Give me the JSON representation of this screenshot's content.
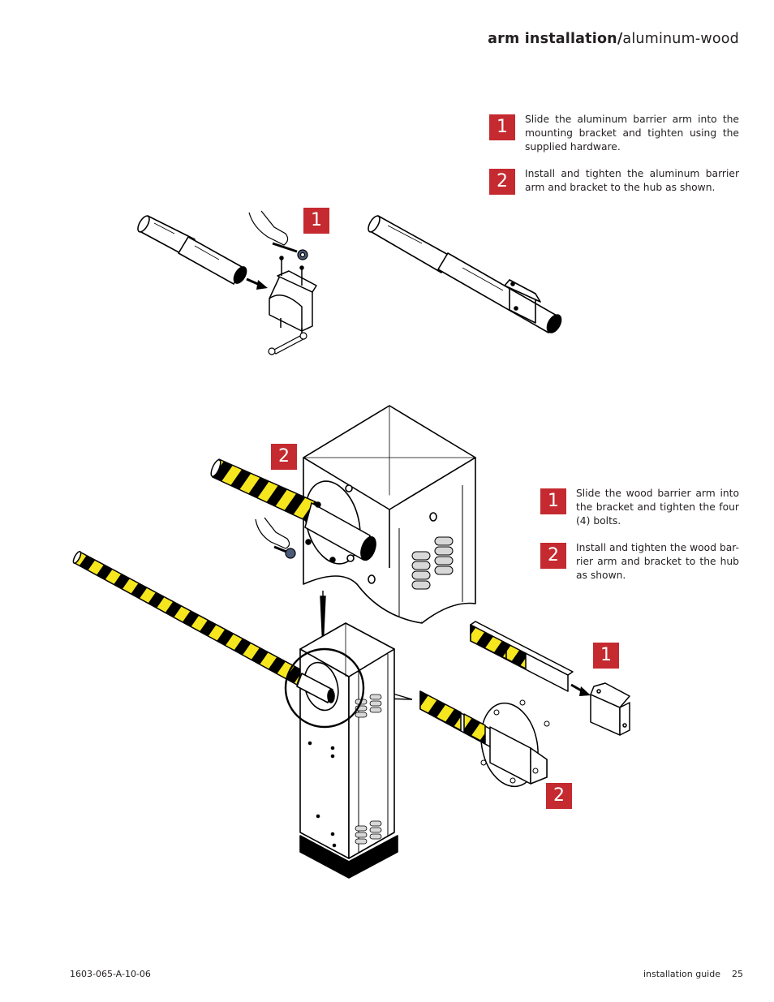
{
  "header": {
    "title_bold": "arm installation",
    "title_sep": "/",
    "title_normal": "aluminum-wood"
  },
  "aluminum": {
    "steps": [
      {
        "number": "1",
        "text": "Slide the aluminum barrier arm into the mounting bracket and tighten using the supplied hardware."
      },
      {
        "number": "2",
        "text": "Install and tighten the aluminum barrier arm and bracket to the hub as shown."
      }
    ],
    "callout_1": "1"
  },
  "wood": {
    "steps": [
      {
        "number": "1",
        "text": "Slide the wood barrier arm into the bracket and tighten the four (4) bolts."
      },
      {
        "number": "2",
        "text": "Install and tighten the wood bar-rier arm and bracket to the hub as shown."
      }
    ],
    "callout_hub": "2",
    "callout_bracket": "1",
    "callout_assembly": "2"
  },
  "footer": {
    "doc_number": "1603-065-A-10-06",
    "guide_label": "installation guide",
    "page_number": "25"
  },
  "colors": {
    "accent_red": "#c42a2f",
    "stripe_yellow": "#f5e61e",
    "stripe_black": "#000000"
  }
}
